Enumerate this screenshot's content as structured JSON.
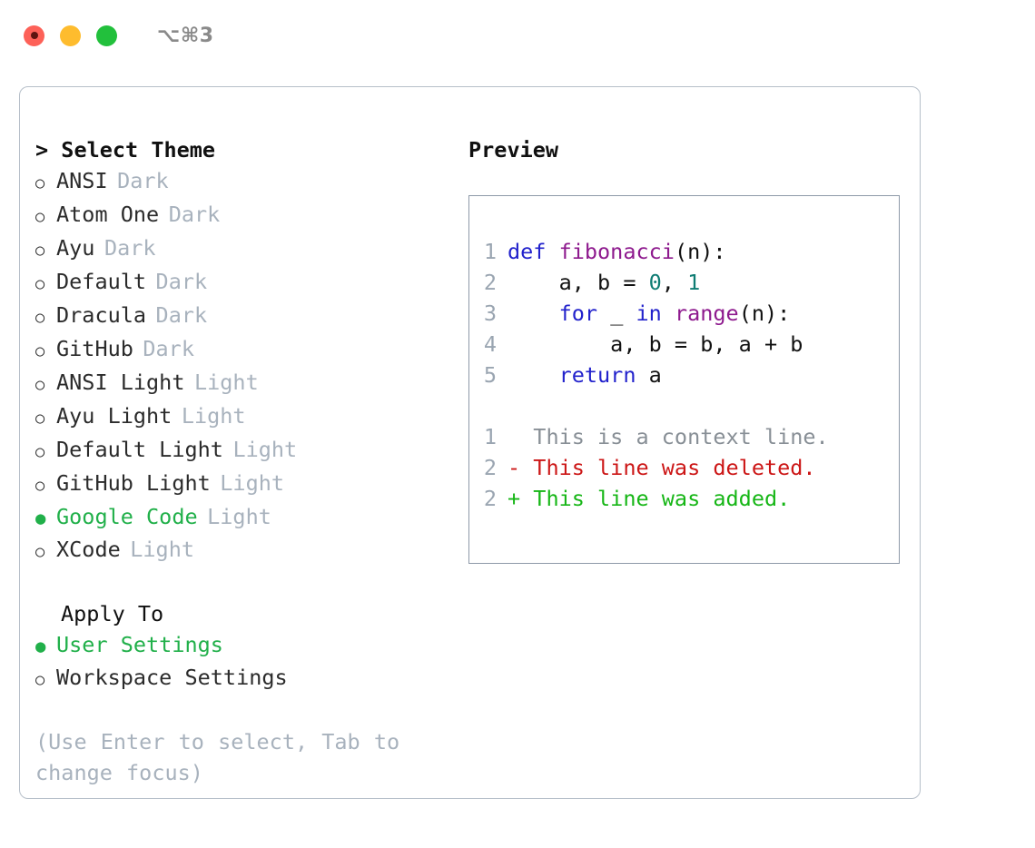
{
  "window": {
    "shortcut_label": "⌥⌘3",
    "traffic_lights": [
      {
        "name": "close",
        "color": "#fd6158"
      },
      {
        "name": "minimize",
        "color": "#febc2e"
      },
      {
        "name": "maximize",
        "color": "#22c03c"
      }
    ]
  },
  "theme_panel": {
    "heading": "> Select Theme",
    "selected_marker": "●",
    "unselected_marker": "○",
    "accent_color": "#21b04a",
    "muted_color": "#a8b2bd",
    "items": [
      {
        "label": "ANSI",
        "mode": "Dark",
        "selected": false
      },
      {
        "label": "Atom One",
        "mode": "Dark",
        "selected": false
      },
      {
        "label": "Ayu",
        "mode": "Dark",
        "selected": false
      },
      {
        "label": "Default",
        "mode": "Dark",
        "selected": false
      },
      {
        "label": "Dracula",
        "mode": "Dark",
        "selected": false
      },
      {
        "label": "GitHub",
        "mode": "Dark",
        "selected": false
      },
      {
        "label": "ANSI Light",
        "mode": "Light",
        "selected": false
      },
      {
        "label": "Ayu Light",
        "mode": "Light",
        "selected": false
      },
      {
        "label": "Default Light",
        "mode": "Light",
        "selected": false
      },
      {
        "label": "GitHub Light",
        "mode": "Light",
        "selected": false
      },
      {
        "label": "Google Code",
        "mode": "Light",
        "selected": true
      },
      {
        "label": "XCode",
        "mode": "Light",
        "selected": false
      }
    ]
  },
  "apply_to": {
    "heading": "Apply To",
    "items": [
      {
        "label": "User Settings",
        "selected": true
      },
      {
        "label": "Workspace Settings",
        "selected": false
      }
    ]
  },
  "hint": {
    "text": "(Use Enter to select, Tab to change focus)"
  },
  "preview": {
    "heading": "Preview",
    "code_lines": [
      {
        "number": "1",
        "tokens": [
          {
            "text": "def ",
            "type": "kw"
          },
          {
            "text": "fibonacci",
            "type": "fn"
          },
          {
            "text": "(n):",
            "type": "plain"
          }
        ]
      },
      {
        "number": "2",
        "tokens": [
          {
            "text": "    a, b = ",
            "type": "plain"
          },
          {
            "text": "0",
            "type": "num"
          },
          {
            "text": ", ",
            "type": "plain"
          },
          {
            "text": "1",
            "type": "num"
          }
        ]
      },
      {
        "number": "3",
        "tokens": [
          {
            "text": "    ",
            "type": "plain"
          },
          {
            "text": "for",
            "type": "kw"
          },
          {
            "text": " _ ",
            "type": "plain"
          },
          {
            "text": "in",
            "type": "kw"
          },
          {
            "text": " ",
            "type": "plain"
          },
          {
            "text": "range",
            "type": "fn"
          },
          {
            "text": "(n):",
            "type": "plain"
          }
        ]
      },
      {
        "number": "4",
        "tokens": [
          {
            "text": "        a, b = b, a + b",
            "type": "plain"
          }
        ]
      },
      {
        "number": "5",
        "tokens": [
          {
            "text": "    ",
            "type": "plain"
          },
          {
            "text": "return",
            "type": "kw"
          },
          {
            "text": " a",
            "type": "plain"
          }
        ]
      }
    ],
    "diff_lines": [
      {
        "number": "1",
        "marker": " ",
        "text": " This is a context line.",
        "kind": "context"
      },
      {
        "number": "2",
        "marker": "-",
        "text": " This line was deleted.",
        "kind": "del"
      },
      {
        "number": "2",
        "marker": "+",
        "text": " This line was added.",
        "kind": "add"
      }
    ]
  }
}
